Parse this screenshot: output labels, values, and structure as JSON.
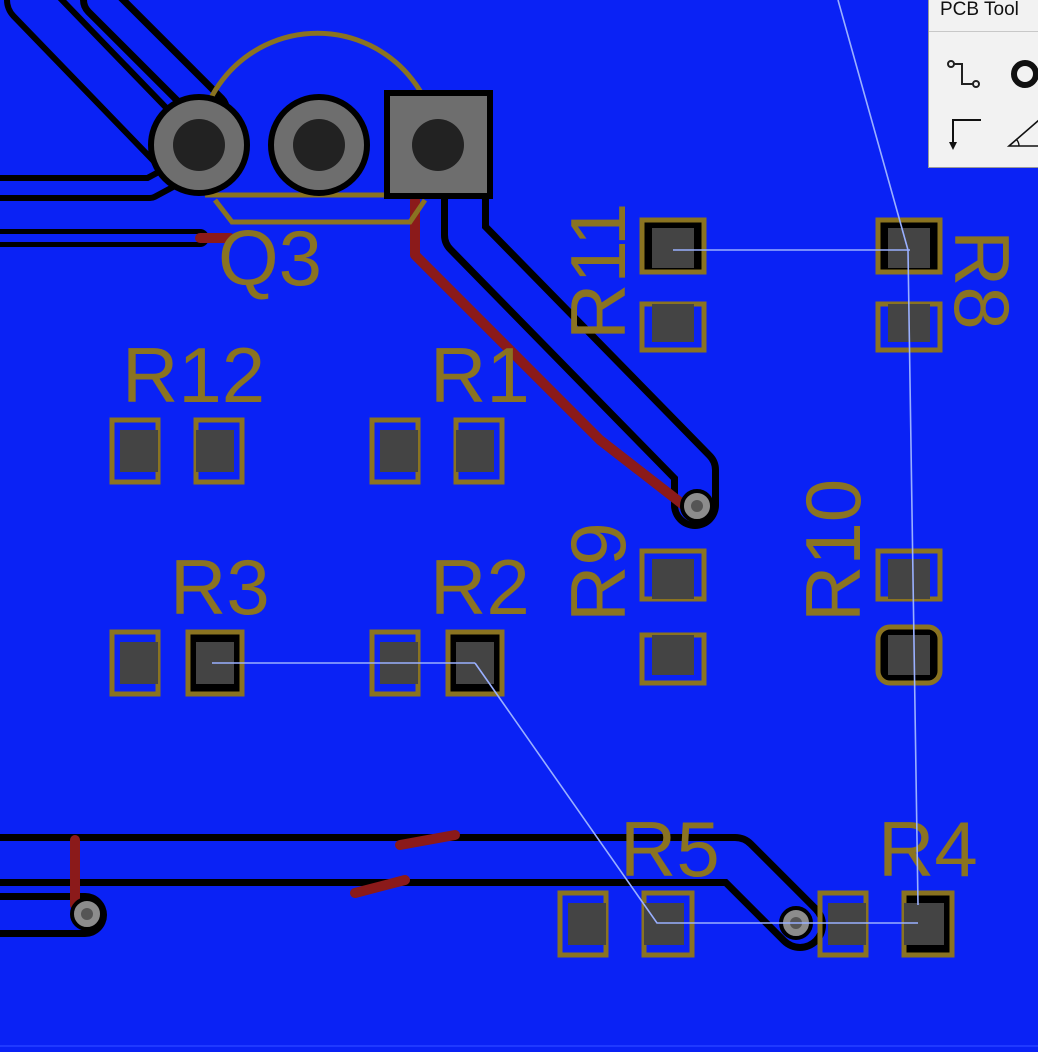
{
  "window": {
    "toolbar_title": "PCB Tool"
  },
  "colors": {
    "copper_fill": "#0a22f5",
    "clearance": "#000000",
    "track_red": "#8b1a1a",
    "silkscreen": "#8a7321",
    "pad_gray": "#444444",
    "via_gray": "#8c8c8c",
    "ratsnest": "#9ab0ff"
  },
  "components": {
    "q3": {
      "ref": "Q3"
    },
    "r1": {
      "ref": "R1"
    },
    "r2": {
      "ref": "R2"
    },
    "r3": {
      "ref": "R3"
    },
    "r4": {
      "ref": "R4"
    },
    "r5": {
      "ref": "R5"
    },
    "r8": {
      "ref": "R8"
    },
    "r9": {
      "ref": "R9"
    },
    "r10": {
      "ref": "R10"
    },
    "r11": {
      "ref": "R11"
    },
    "r12": {
      "ref": "R12"
    }
  },
  "toolbar": {
    "tools": [
      {
        "icon": "route-track-icon"
      },
      {
        "icon": "via-icon"
      },
      {
        "icon": "orthogonal-line-icon"
      },
      {
        "icon": "angle-line-icon"
      }
    ]
  }
}
